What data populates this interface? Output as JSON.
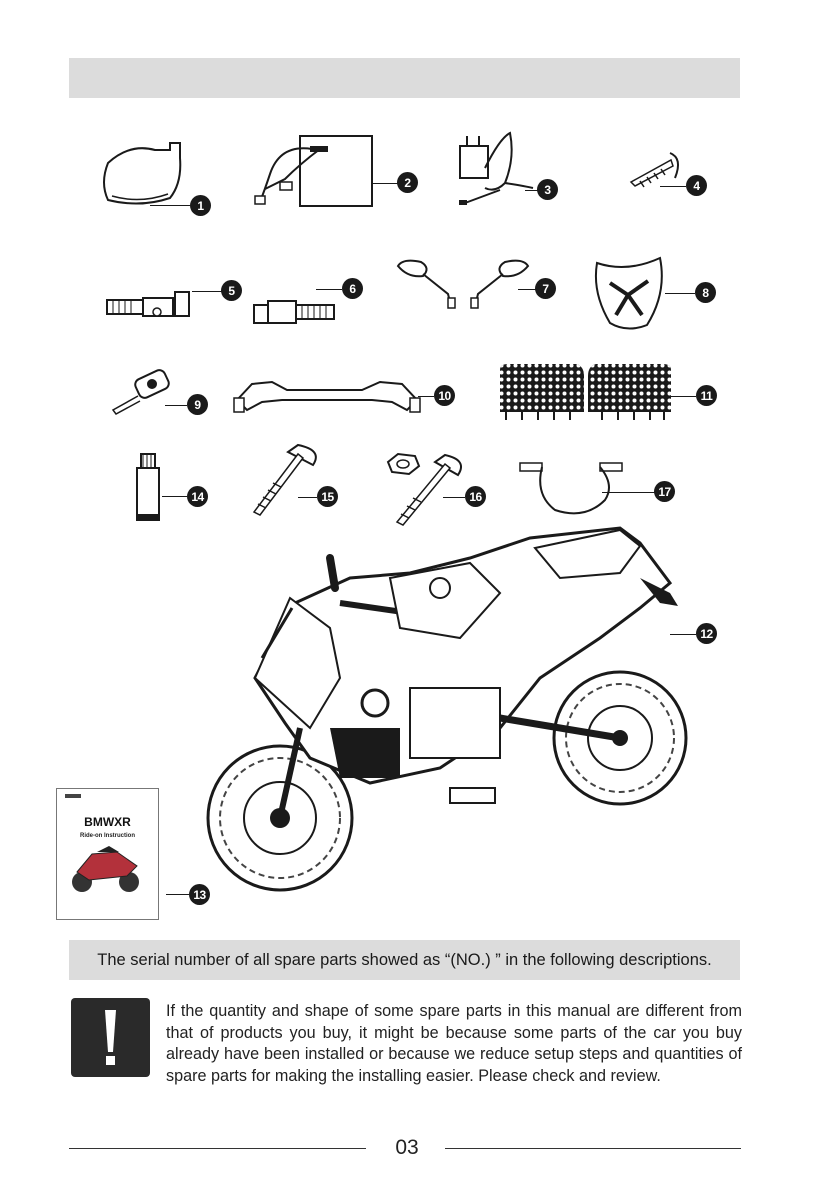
{
  "parts": [
    {
      "no": "1",
      "icon": "body-cover-icon"
    },
    {
      "no": "2",
      "icon": "battery-icon"
    },
    {
      "no": "3",
      "icon": "charger-icon"
    },
    {
      "no": "4",
      "icon": "screw-icon"
    },
    {
      "no": "5",
      "icon": "handle-grip-left-icon"
    },
    {
      "no": "6",
      "icon": "handle-grip-right-icon"
    },
    {
      "no": "7",
      "icon": "mirror-icon"
    },
    {
      "no": "8",
      "icon": "windshield-icon"
    },
    {
      "no": "9",
      "icon": "key-icon"
    },
    {
      "no": "10",
      "icon": "handlebar-icon"
    },
    {
      "no": "11",
      "icon": "side-panel-icon"
    },
    {
      "no": "12",
      "icon": "motorcycle-icon"
    },
    {
      "no": "13",
      "icon": "manual-booklet-icon"
    },
    {
      "no": "14",
      "icon": "glue-tube-icon"
    },
    {
      "no": "15",
      "icon": "long-screw-icon"
    },
    {
      "no": "16",
      "icon": "bolt-nut-icon"
    },
    {
      "no": "17",
      "icon": "audio-cable-icon"
    }
  ],
  "manual_cover": {
    "brand": "BMWXR",
    "subtitle": "Ride-on Instruction"
  },
  "serial_note": "The serial number of all spare parts showed as “(NO.) ” in the following descriptions.",
  "warning_text": "If the quantity and shape of some spare parts in this manual are different from that of products you buy, it might be because some parts of the car you buy already have been installed or because we reduce setup steps and quantities of spare parts for making the installing easier. Please check and review.",
  "page_number": "03"
}
